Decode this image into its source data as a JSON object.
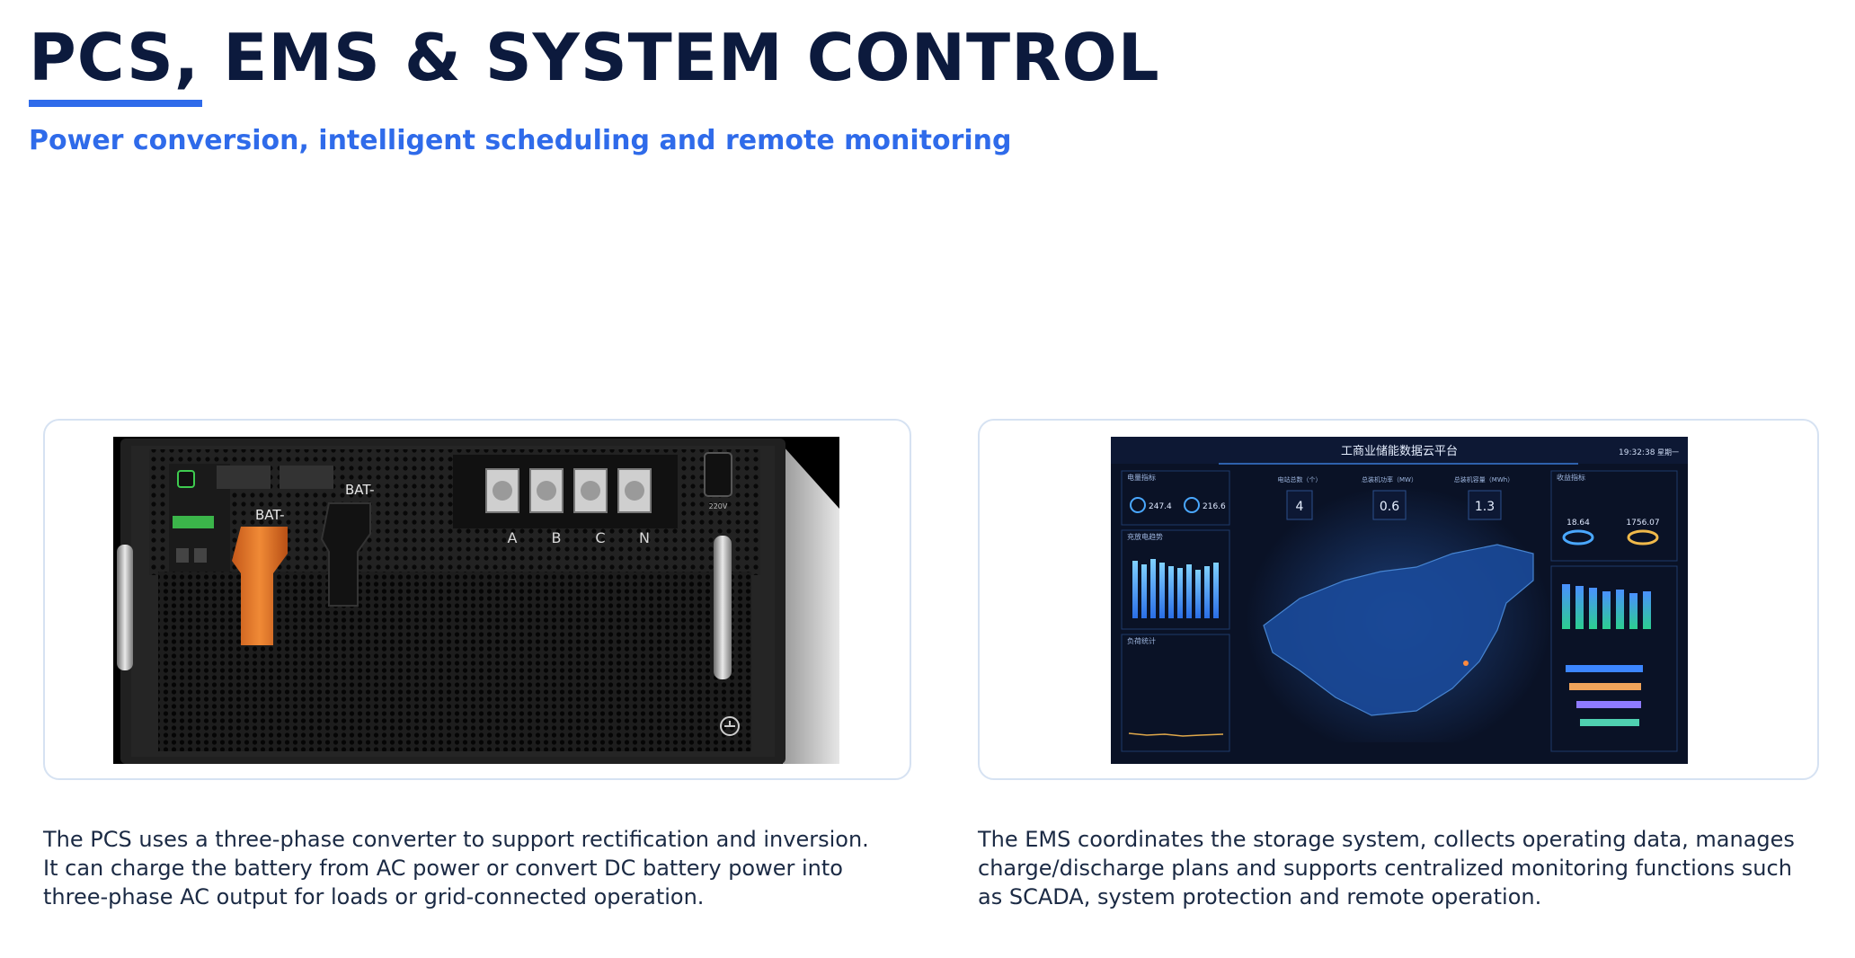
{
  "page": {
    "title": "PCS, EMS & SYSTEM CONTROL",
    "subtitle": "Power conversion, intelligent scheduling and remote monitoring"
  },
  "colors": {
    "title": "#0c1a3d",
    "accent": "#2f6bea",
    "card_border": "#d6e2f2",
    "body_text": "#1b2a44"
  },
  "cards": [
    {
      "name": "pcs",
      "photo": {
        "labels": {
          "bat_neg": "BAT-",
          "bat_pos": "BAT-",
          "phase_a": "A",
          "phase_b": "B",
          "phase_c": "C",
          "phase_n": "N",
          "socket_label": "220V"
        }
      },
      "description": "The PCS uses a three-phase converter to support rectification and inversion. It can charge the battery from AC power or convert DC battery power into three-phase AC output for loads or grid-connected operation."
    },
    {
      "name": "ems",
      "photo": {
        "dashboard_title": "工商业储能数据云平台",
        "clock_time": "19:32:38",
        "clock_day": "星期一",
        "left_panel_title": "电量指标",
        "stat_1": "247.4",
        "stat_2": "216.6",
        "chart_panel_title": "充放电趋势",
        "lower_panel_title": "负荷统计",
        "kpi_1_label": "电站总数（个）",
        "kpi_1_value": "4",
        "kpi_2_label": "总装机功率（MW）",
        "kpi_2_value": "0.6",
        "kpi_3_label": "总装机容量（MWh）",
        "kpi_3_value": "1.3",
        "right_panel_title": "收益指标",
        "gauge_1": "18.64",
        "gauge_2": "1756.07"
      },
      "description": "The EMS coordinates the storage system, collects operating data, manages charge/discharge plans and supports centralized monitoring functions such as SCADA, system protection and remote operation."
    }
  ]
}
